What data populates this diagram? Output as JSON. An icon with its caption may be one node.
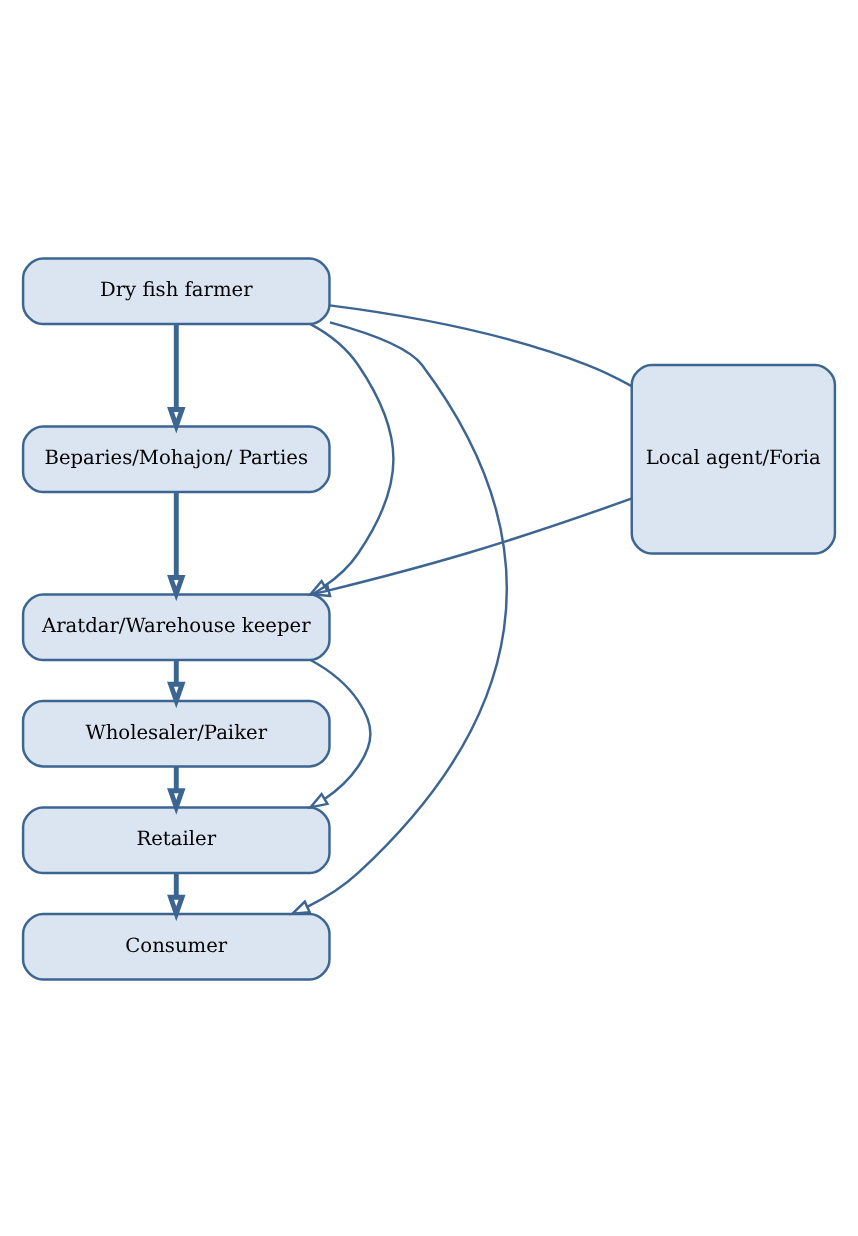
{
  "diagram": {
    "nodes": [
      {
        "text": [
          "Dry fish farmer"
        ]
      },
      {
        "text": [
          "Beparies/Mohajon/ Parties"
        ]
      },
      {
        "text": [
          "Aratdar/Warehouse keeper"
        ]
      },
      {
        "text": [
          "Wholesaler/Paiker"
        ]
      },
      {
        "text": [
          "Retailer"
        ]
      },
      {
        "text": [
          "Consumer"
        ]
      },
      {
        "text": [
          "Local agent/Foria"
        ]
      }
    ],
    "edges": [
      {
        "from": 0,
        "to": 1,
        "arrow": "to"
      },
      {
        "from": 1,
        "to": 2,
        "arrow": "to"
      },
      {
        "from": 2,
        "to": 3,
        "arrow": "to"
      },
      {
        "from": 3,
        "to": 4,
        "arrow": "to"
      },
      {
        "from": 4,
        "to": 5,
        "arrow": "to"
      },
      {
        "from": 0,
        "to": 6,
        "arrow": "none"
      },
      {
        "from": 6,
        "to": 2,
        "arrow": "to"
      },
      {
        "from": 2,
        "to": 4,
        "arrow": "to"
      },
      {
        "from": 0,
        "to": 2,
        "arrow": "to"
      },
      {
        "from": 0,
        "to": 5,
        "arrow": "to"
      }
    ]
  }
}
